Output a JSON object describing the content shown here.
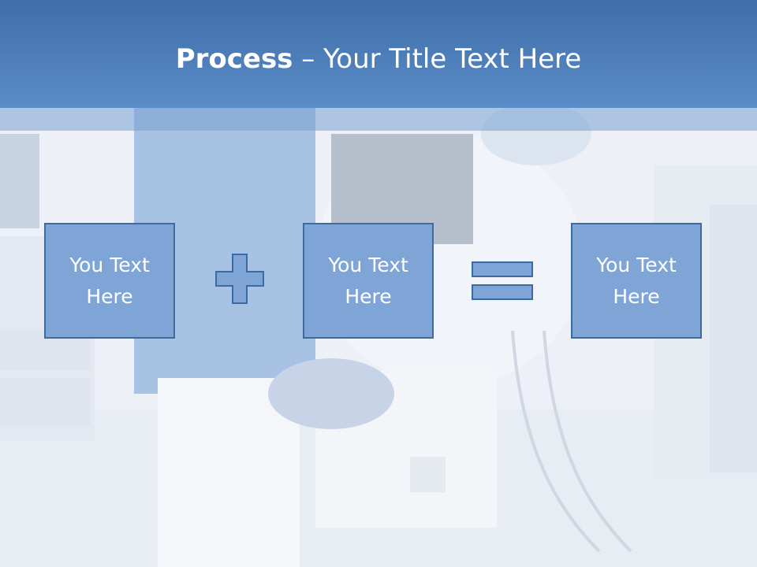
{
  "slide": {
    "title_bold": "Process",
    "title_rest": " – Your Title Text Here",
    "boxes": [
      {
        "text": "You Text\nHere"
      },
      {
        "text": "You Text\nHere"
      },
      {
        "text": "You Text\nHere"
      }
    ],
    "operators": [
      "plus-icon",
      "equals-icon"
    ]
  },
  "colors": {
    "header": "#4a7cbc",
    "box_fill": "#7ea5d6",
    "box_border": "#3c6aa3"
  }
}
